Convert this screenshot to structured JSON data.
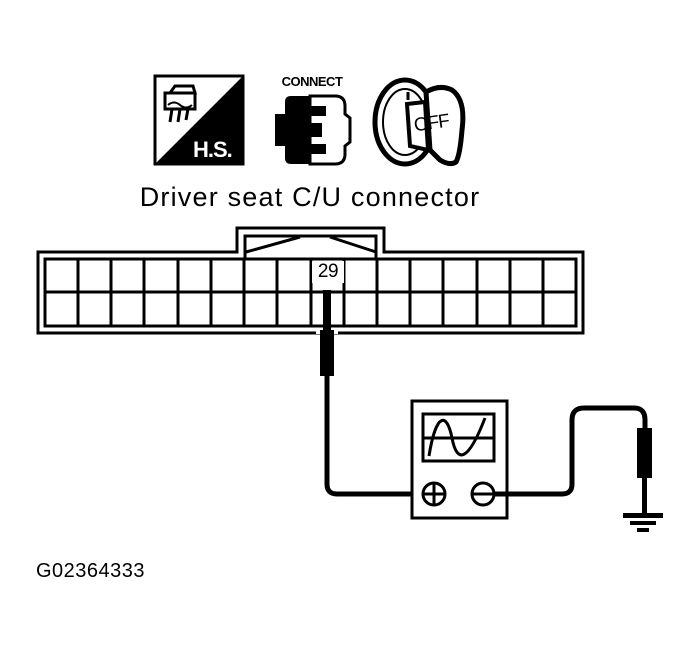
{
  "icons": {
    "harness_icon": {
      "name": "harness-disconnect-icon",
      "label": "H.S."
    },
    "connect_icon": {
      "name": "connector-connect-icon",
      "label": "CONNECT"
    },
    "ignition_icon": {
      "name": "ignition-key-off-icon",
      "label": "OFF"
    }
  },
  "connector": {
    "title": "Driver seat C/U connector",
    "columns": 16,
    "rows": 2,
    "highlighted_terminal": "29",
    "highlighted_column_index": 8
  },
  "meter": {
    "type": "oscilloscope",
    "positive_terminal": "+",
    "negative_terminal": "−"
  },
  "ground": {
    "symbol": "ground"
  },
  "figure_id": "G02364333",
  "colors": {
    "line": "#000000",
    "background": "#ffffff"
  }
}
